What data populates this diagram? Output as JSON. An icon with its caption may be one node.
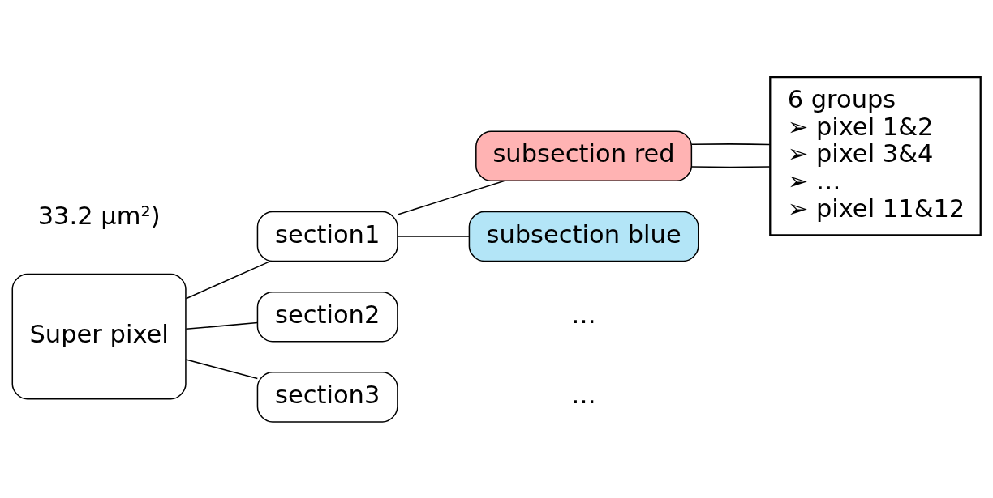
{
  "diagram": {
    "nodes": [
      {
        "text": [
          "Super pixel"
        ]
      },
      {
        "text": [
          "section1"
        ]
      },
      {
        "text": [
          "section2"
        ]
      },
      {
        "text": [
          "section3"
        ]
      },
      {
        "text": [
          "subsection red"
        ]
      },
      {
        "text": [
          "subsection blue"
        ]
      },
      {
        "text": [
          "6 groups",
          "➢ pixel 1&2",
          "➢ pixel 3&4",
          "➢ …",
          "➢ pixel 11&12"
        ]
      }
    ],
    "edges": [
      {
        "from": 0,
        "to": 1,
        "arrow": "none"
      },
      {
        "from": 0,
        "to": 2,
        "arrow": "none"
      },
      {
        "from": 0,
        "to": 3,
        "arrow": "none"
      },
      {
        "from": 1,
        "to": 4,
        "arrow": "none"
      },
      {
        "from": 1,
        "to": 5,
        "arrow": "none"
      },
      {
        "from": 4,
        "to": 6,
        "arrow": "none"
      },
      {
        "from": 4,
        "to": 6,
        "arrow": "none"
      }
    ],
    "labels": [
      "33.2 µm²)",
      "…",
      "…"
    ]
  }
}
